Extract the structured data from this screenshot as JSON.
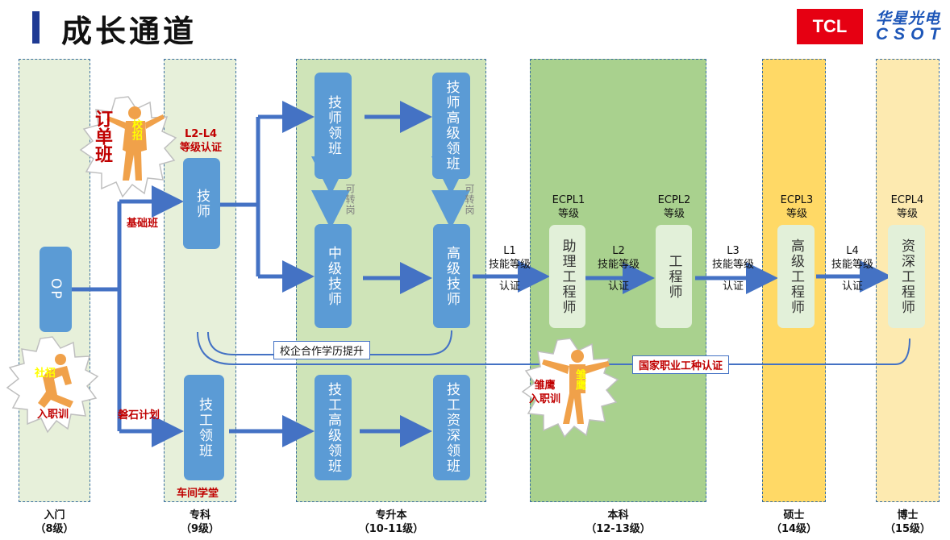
{
  "title": "成长通道",
  "logo": {
    "tcl": "TCL",
    "csot_cn": "华星光电",
    "csot_en": "CSOT"
  },
  "columns": [
    {
      "name": "入门",
      "level": "（8级）"
    },
    {
      "name": "专科",
      "level": "（9级）"
    },
    {
      "name": "专升本",
      "level": "（10-11级）"
    },
    {
      "name": "本科",
      "level": "（12-13级）"
    },
    {
      "name": "硕士",
      "level": "（14级）"
    },
    {
      "name": "博士",
      "level": "（15级）"
    }
  ],
  "boxes": {
    "op": "OP",
    "jishi": "技师",
    "jigong_lingban": "技工领班",
    "jishi_lingban": "技师领班",
    "jishi_gaoji_lingban": "技师高级领班",
    "zhongji_jishi": "中级技师",
    "gaoji_jishi": "高级技师",
    "jigong_gaoji_lingban": "技工高级领班",
    "jigong_zishen_lingban": "技工资深领班",
    "zhuli_gongchengshi": "助理工程师",
    "gongchengshi": "工程师",
    "gaoji_gongchengshi": "高级工程师",
    "zishen_gongchengshi": "资深工程师"
  },
  "ecpl": {
    "l1": {
      "name": "ECPL1",
      "sub": "等级"
    },
    "l2": {
      "name": "ECPL2",
      "sub": "等级"
    },
    "l3": {
      "name": "ECPL3",
      "sub": "等级"
    },
    "l4": {
      "name": "ECPL4",
      "sub": "等级"
    }
  },
  "skill_labels": [
    {
      "code": "L1",
      "line": "技能等级",
      "cert": "认证"
    },
    {
      "code": "L2",
      "line": "技能等级",
      "cert": "认证"
    },
    {
      "code": "L3",
      "line": "技能等级",
      "cert": "认证"
    },
    {
      "code": "L4",
      "line": "技能等级",
      "cert": "认证"
    }
  ],
  "transfer_label": "可转岗",
  "red_labels": {
    "l2l4": "L2-L4",
    "l2l4_cert": "等级认证",
    "jichu": "基础班",
    "panshi": "磐石计划",
    "chejian": "车间学堂"
  },
  "badges": {
    "dingdan": "订单班",
    "xiaozhao": "校招",
    "shezhao": "社招",
    "ruzhi": "入职训",
    "chuying": "雏鹰",
    "chuying_ruzhi": "入职训",
    "chuying_prefix": "雏鹰"
  },
  "bars": {
    "xiaoqi": "校企合作学历提升",
    "guojia": "国家职业工种认证"
  }
}
